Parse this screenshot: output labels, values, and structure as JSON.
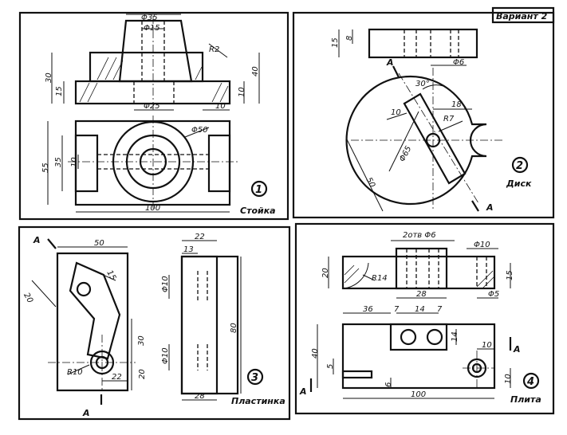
{
  "variant_label": "Вариант 2",
  "parts": [
    {
      "number": "1",
      "name": "Стойка"
    },
    {
      "number": "2",
      "name": "Диск"
    },
    {
      "number": "3",
      "name": "Пластинка"
    },
    {
      "number": "4",
      "name": "Плита"
    }
  ],
  "dims1": {
    "d35": "Φ35",
    "d15": "Φ15",
    "r2": "R2",
    "h30": "30",
    "h40": "40",
    "h15": "15",
    "d25": "Φ25",
    "w10a": "10",
    "w10b": "10",
    "d50": "Φ50",
    "h55": "55",
    "h35": "35",
    "h10": "10",
    "w100": "100"
  },
  "dims2": {
    "h15": "15",
    "h8": "8",
    "sec_a": "A",
    "d6": "Φ6",
    "ang30": "30°",
    "w18": "18",
    "r7": "R7",
    "w10": "10",
    "d65": "Φ65",
    "w50": "50",
    "sec_a2": "A"
  },
  "dims3": {
    "sec_a": "A",
    "w50": "50",
    "h20": "20",
    "w15": "15",
    "w22": "22",
    "w13": "13",
    "d10a": "Φ10",
    "h80": "80",
    "h30": "30",
    "r10": "R10",
    "h20b": "20",
    "w22b": "22",
    "d10b": "Φ10",
    "w28": "28",
    "sec_a2": "A"
  },
  "dims4": {
    "holes": "2отв Φ6",
    "d10": "Φ10",
    "h20": "20",
    "r14": "R14",
    "h15": "15",
    "w28": "28",
    "d5": "Φ5",
    "w36": "36",
    "w14": "14",
    "w7a": "7",
    "w7b": "7",
    "h14": "14",
    "w10": "10",
    "sec_a": "A",
    "h40": "40",
    "h5": "5",
    "h10": "10",
    "sec_a2": "A",
    "h6": "6",
    "w100": "100"
  }
}
